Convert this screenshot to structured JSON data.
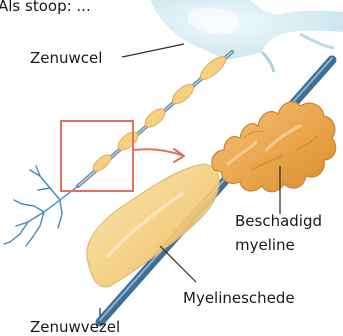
{
  "top_text": "Als stoop: ...",
  "labels": {
    "nerve_cell": "Zenuwcel",
    "damaged_myelin": "Beschadigd",
    "damaged_myelin_line2": "myeline",
    "myelin_sheath": "Myelineschede",
    "nerve_fiber": "Zenuwvezel"
  },
  "colors": {
    "axon_blue": "#3e6f96",
    "myelin_yellow": "#f3cc7a",
    "damaged_orange": "#e8a247",
    "cell_body": "#cfeaf1",
    "dendrite_blue": "#3f8bc9",
    "highlight_box": "#e0715d"
  }
}
